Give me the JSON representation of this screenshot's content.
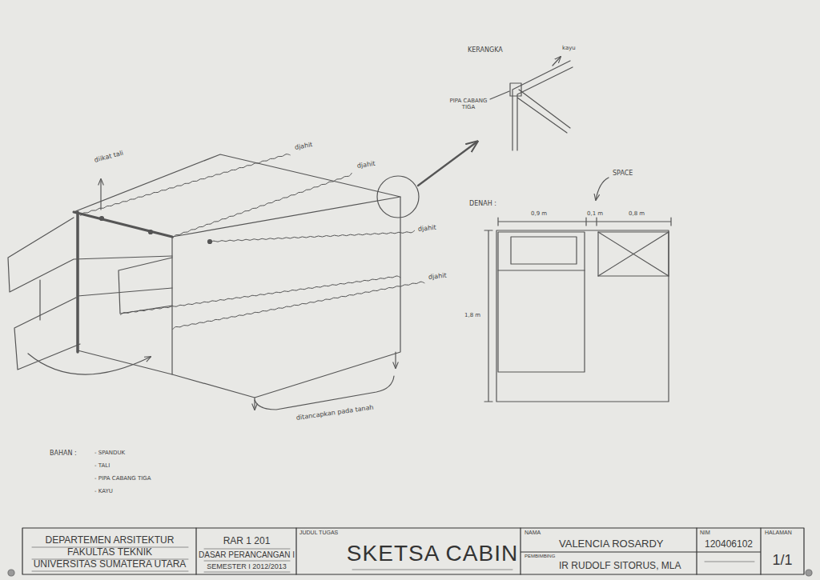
{
  "diagram": {
    "title": "SKETSA CABIN",
    "labels": [
      "KERANGKA",
      "kayu",
      "PIPA CABANG TIGA",
      "SPACE",
      "DENAH :",
      "0,9 m",
      "0,1 m",
      "0,8 m",
      "1,8 m",
      "diikat tali",
      "djahit",
      "djahit",
      "djahit",
      "djahit",
      "ditancapkan pada tanah",
      "BAHAN :",
      "- SPANDUK",
      "- TALI",
      "- PIPA CABANG TIGA",
      "- KAYU",
      "DEPARTEMEN ARSITEKTUR",
      "FAKULTAS TEKNIK",
      "UNIVERSITAS SUMATERA UTARA",
      "RAR 1 201",
      "DASAR PERANCANGAN I",
      "SEMESTER I 2012/2013",
      "JUDUL TUGAS",
      "NAMA",
      "VALENCIA ROSARDY",
      "PEMBIMBING",
      "IR RUDOLF SITORUS, MLA",
      "NIM",
      "120406102",
      "HALAMAN",
      "1/1"
    ]
  }
}
